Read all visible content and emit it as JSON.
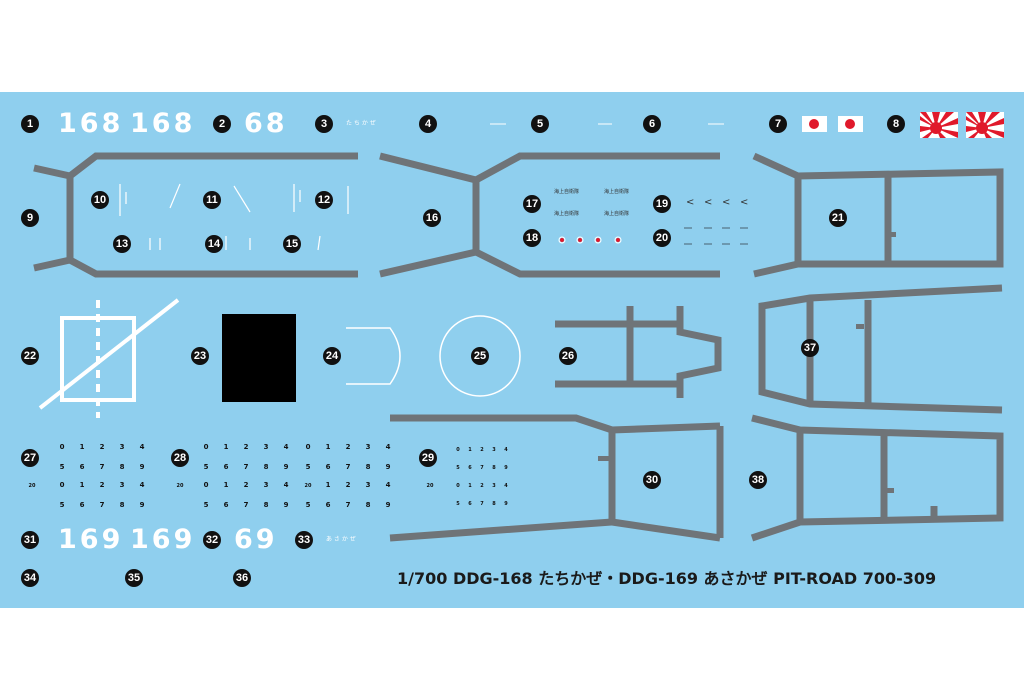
{
  "sheet": {
    "background_color": "#8fcfee",
    "frame_color": "#6f7478",
    "footer_title": "1/700 DDG-168 たちかぜ・DDG-169 あさかぜ PIT-ROAD 700-309"
  },
  "badges": [
    "1",
    "2",
    "3",
    "4",
    "5",
    "6",
    "7",
    "8",
    "9",
    "10",
    "11",
    "12",
    "13",
    "14",
    "15",
    "16",
    "17",
    "18",
    "19",
    "20",
    "21",
    "22",
    "23",
    "24",
    "25",
    "26",
    "27",
    "28",
    "29",
    "30",
    "31",
    "32",
    "33",
    "34",
    "35",
    "36",
    "37",
    "38"
  ],
  "hull_numbers": {
    "tachikaze_left": "168",
    "tachikaze_right": "168",
    "tachikaze_short": "68",
    "asakaze_left": "169",
    "asakaze_right": "169",
    "asakaze_short": "69"
  },
  "ship_names": {
    "tachikaze": "た ち か ぜ",
    "asakaze": "あ さ か ぜ"
  },
  "deck_markings": {
    "label_17": "海上自衛隊",
    "chevrons": [
      "<",
      "<",
      "<",
      "<"
    ]
  },
  "digit_rows": {
    "row_a": [
      "0",
      "1",
      "2",
      "3",
      "4"
    ],
    "row_b": [
      "5",
      "6",
      "7",
      "8",
      "9"
    ],
    "row_20": "20",
    "set_28_row_a": [
      "0",
      "1",
      "2",
      "3",
      "4",
      "0",
      "1",
      "2",
      "3",
      "4"
    ],
    "set_28_row_b": [
      "5",
      "6",
      "7",
      "8",
      "9",
      "5",
      "6",
      "7",
      "8",
      "9"
    ]
  },
  "flag_colors": {
    "white": "#ffffff",
    "red": "#e0192b"
  }
}
